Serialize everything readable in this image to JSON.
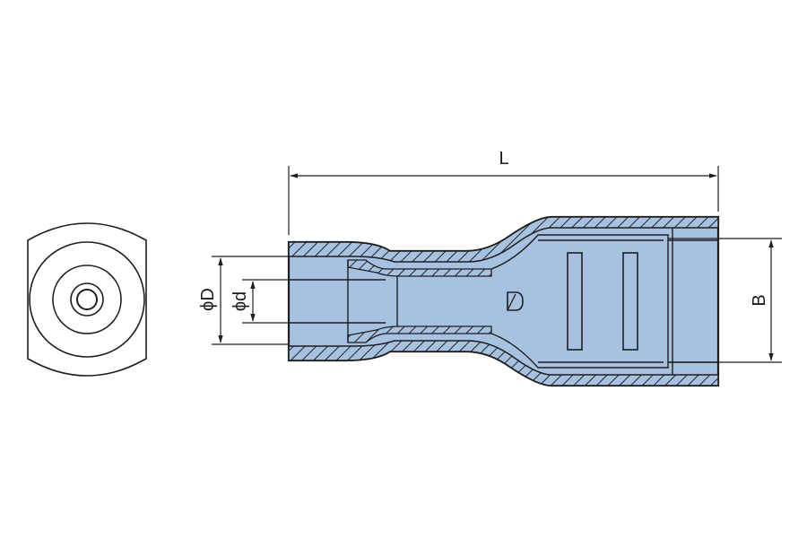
{
  "dimensions": {
    "length": "L",
    "width": "B",
    "outer_diameter": "ϕD",
    "inner_diameter": "ϕd"
  },
  "colors": {
    "insulation": "#a7c1e0",
    "outline": "#1e1e1e",
    "background": "#ffffff"
  }
}
